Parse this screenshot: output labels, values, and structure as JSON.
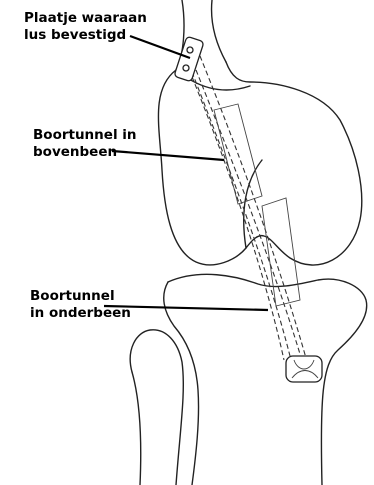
{
  "labels": {
    "plate": [
      "Plaatje waaraan",
      "lus bevestigd"
    ],
    "femur_tunnel": [
      "Boortunnel in",
      "bovenbeen"
    ],
    "tibia_tunnel": [
      "Boortunnel",
      "in onderbeen"
    ]
  }
}
